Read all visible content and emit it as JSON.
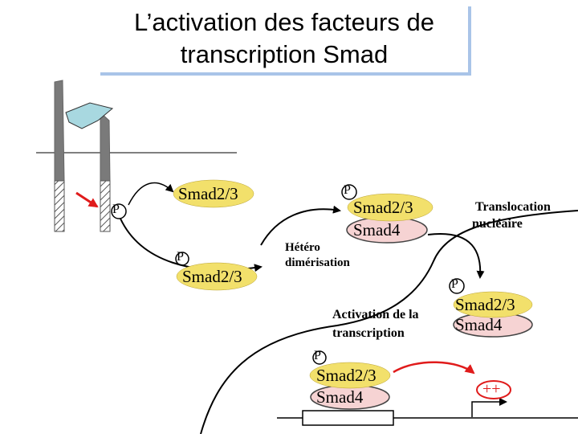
{
  "title": {
    "line1": "L’activation des facteurs de",
    "line2": "transcription Smad"
  },
  "labels": {
    "p": "P",
    "smad23": "Smad2/3",
    "smad4": "Smad4",
    "hetero_line1": "Hétéro",
    "hetero_line2": "dimérisation",
    "translocation_line1": "Translocation",
    "translocation_line2": "nucléaire",
    "activation_line1": "Activation de la",
    "activation_line2": "transcription",
    "plusplus": "++"
  },
  "colors": {
    "smad23_fill": "#f2e06b",
    "smad4_fill": "#f6d3d3",
    "receptor_fill": "#7a7a7a",
    "ligand_fill": "#a8d8e0",
    "arrow_red": "#e01b1b",
    "title_shadow": "#a9c4e8"
  }
}
